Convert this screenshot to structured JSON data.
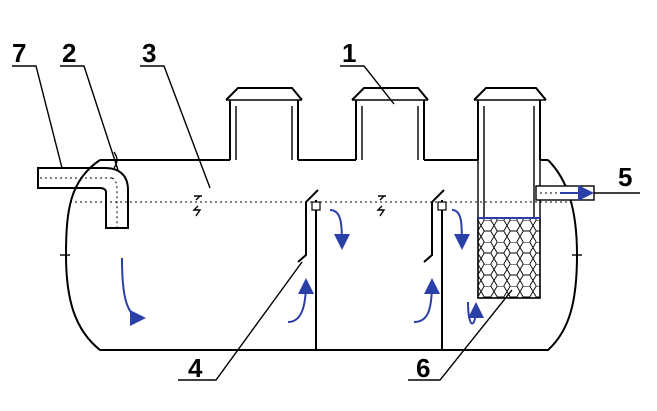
{
  "diagram": {
    "labels": {
      "n1": "1",
      "n2": "2",
      "n3": "3",
      "n4": "4",
      "n5": "5",
      "n6": "6",
      "n7": "7"
    },
    "colors": {
      "outline": "#000000",
      "flow_arrow": "#2b3fa8",
      "filter_top": "#2b3fa8",
      "background": "#ffffff"
    }
  }
}
